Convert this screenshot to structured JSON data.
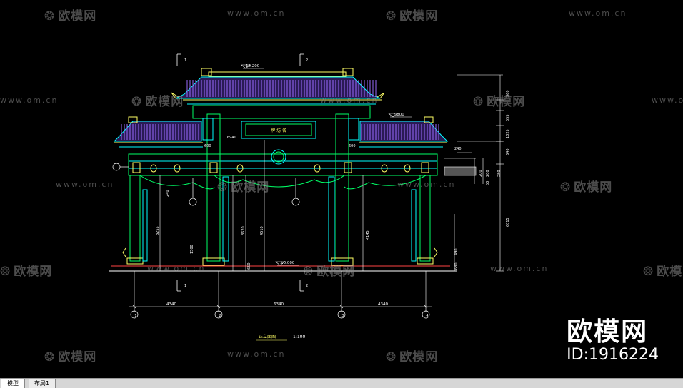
{
  "drawing": {
    "title": "正立面图",
    "scale": "1:100",
    "plaque": "牌 坊 名",
    "dims": {
      "bottom_total_left": "4340",
      "bottom_total_mid": "6340",
      "bottom_total_right": "4340",
      "center_height": "4510",
      "left_inner": "3620",
      "left_col": "3255",
      "left_base": "1500",
      "left_small": "650",
      "left_tiny": "240",
      "right_inner": "4145",
      "right_side_total": "6015",
      "right_side_a": "1025",
      "right_side_b": "555",
      "right_side_c": "640",
      "right_side_d": "280",
      "right_side_e": "490",
      "right_side_f": "680",
      "right_side_top": "360",
      "detail_a": "240",
      "detail_b": "200",
      "detail_c": "200",
      "detail_d": "50",
      "w_600_left": "600",
      "w_600_right": "600",
      "w_6940": "6940",
      "top_level": "10.200",
      "side_level": "7.800",
      "ground_level": "±0.000"
    },
    "axes": [
      "1",
      "2",
      "3",
      "4"
    ],
    "section_marks": [
      "1",
      "2",
      "1",
      "2"
    ]
  },
  "watermarks": {
    "logo": "欧模网",
    "url": "www.om.cn"
  },
  "brand": {
    "name": "欧模网",
    "id": "ID:1916224"
  },
  "tabs": [
    {
      "label": "模型"
    },
    {
      "label": "布局1"
    }
  ]
}
